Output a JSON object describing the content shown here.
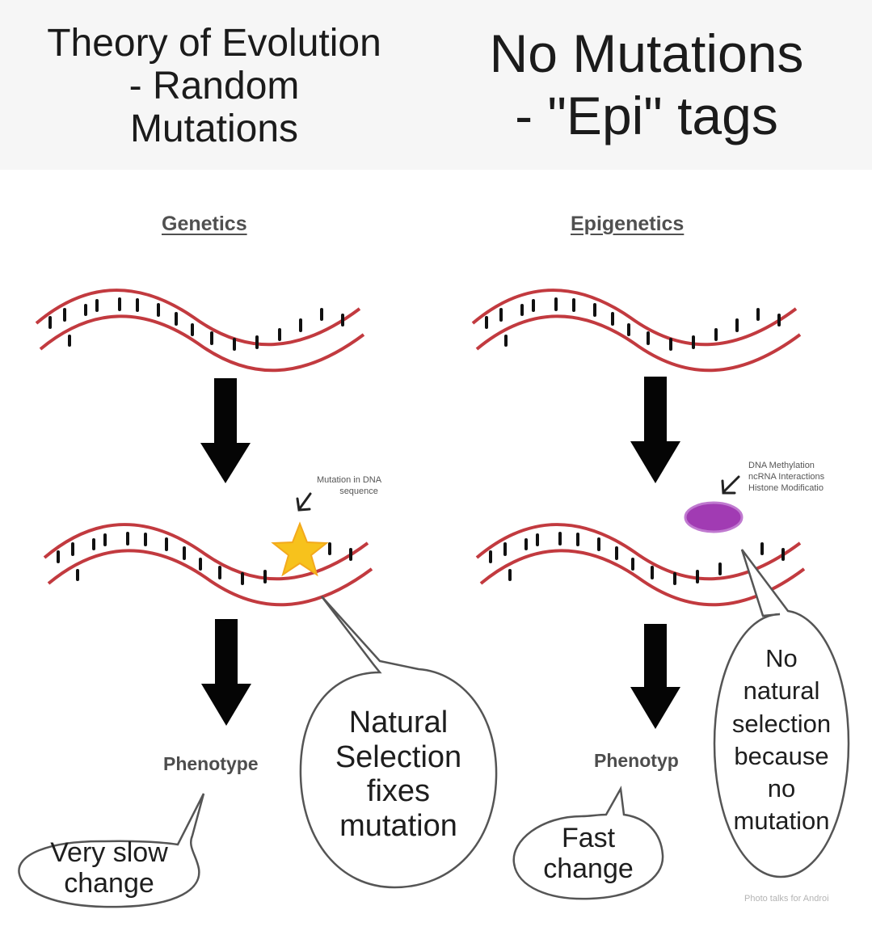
{
  "header": {
    "left_title": [
      "Theory of Evolution",
      "- Random",
      "Mutations"
    ],
    "right_title": [
      "No Mutations",
      "- \"Epi\" tags"
    ]
  },
  "left_panel": {
    "section_label": "Genetics",
    "annotation": [
      "Mutation in DNA",
      "sequence"
    ],
    "phenotype_label": "Phenotype",
    "bubble_small": [
      "Very slow",
      "change"
    ],
    "bubble_large": [
      "Natural",
      "Selection",
      "fixes",
      "mutation"
    ]
  },
  "right_panel": {
    "section_label": "Epigenetics",
    "annotation": [
      "DNA Methylation",
      "ncRNA Interactions",
      "Histone Modificatio"
    ],
    "phenotype_label": "Phenotyp",
    "bubble_small": [
      "Fast",
      "change"
    ],
    "bubble_tall": [
      "No",
      "natural",
      "selection",
      "because",
      "no",
      "mutation"
    ]
  },
  "watermark": "Photo talks for Androi",
  "colors": {
    "dna_strand": "#c23a3f",
    "arrow": "#050505",
    "mutation_star": "#f7c21c",
    "epi_tag": "#a13bb3"
  }
}
